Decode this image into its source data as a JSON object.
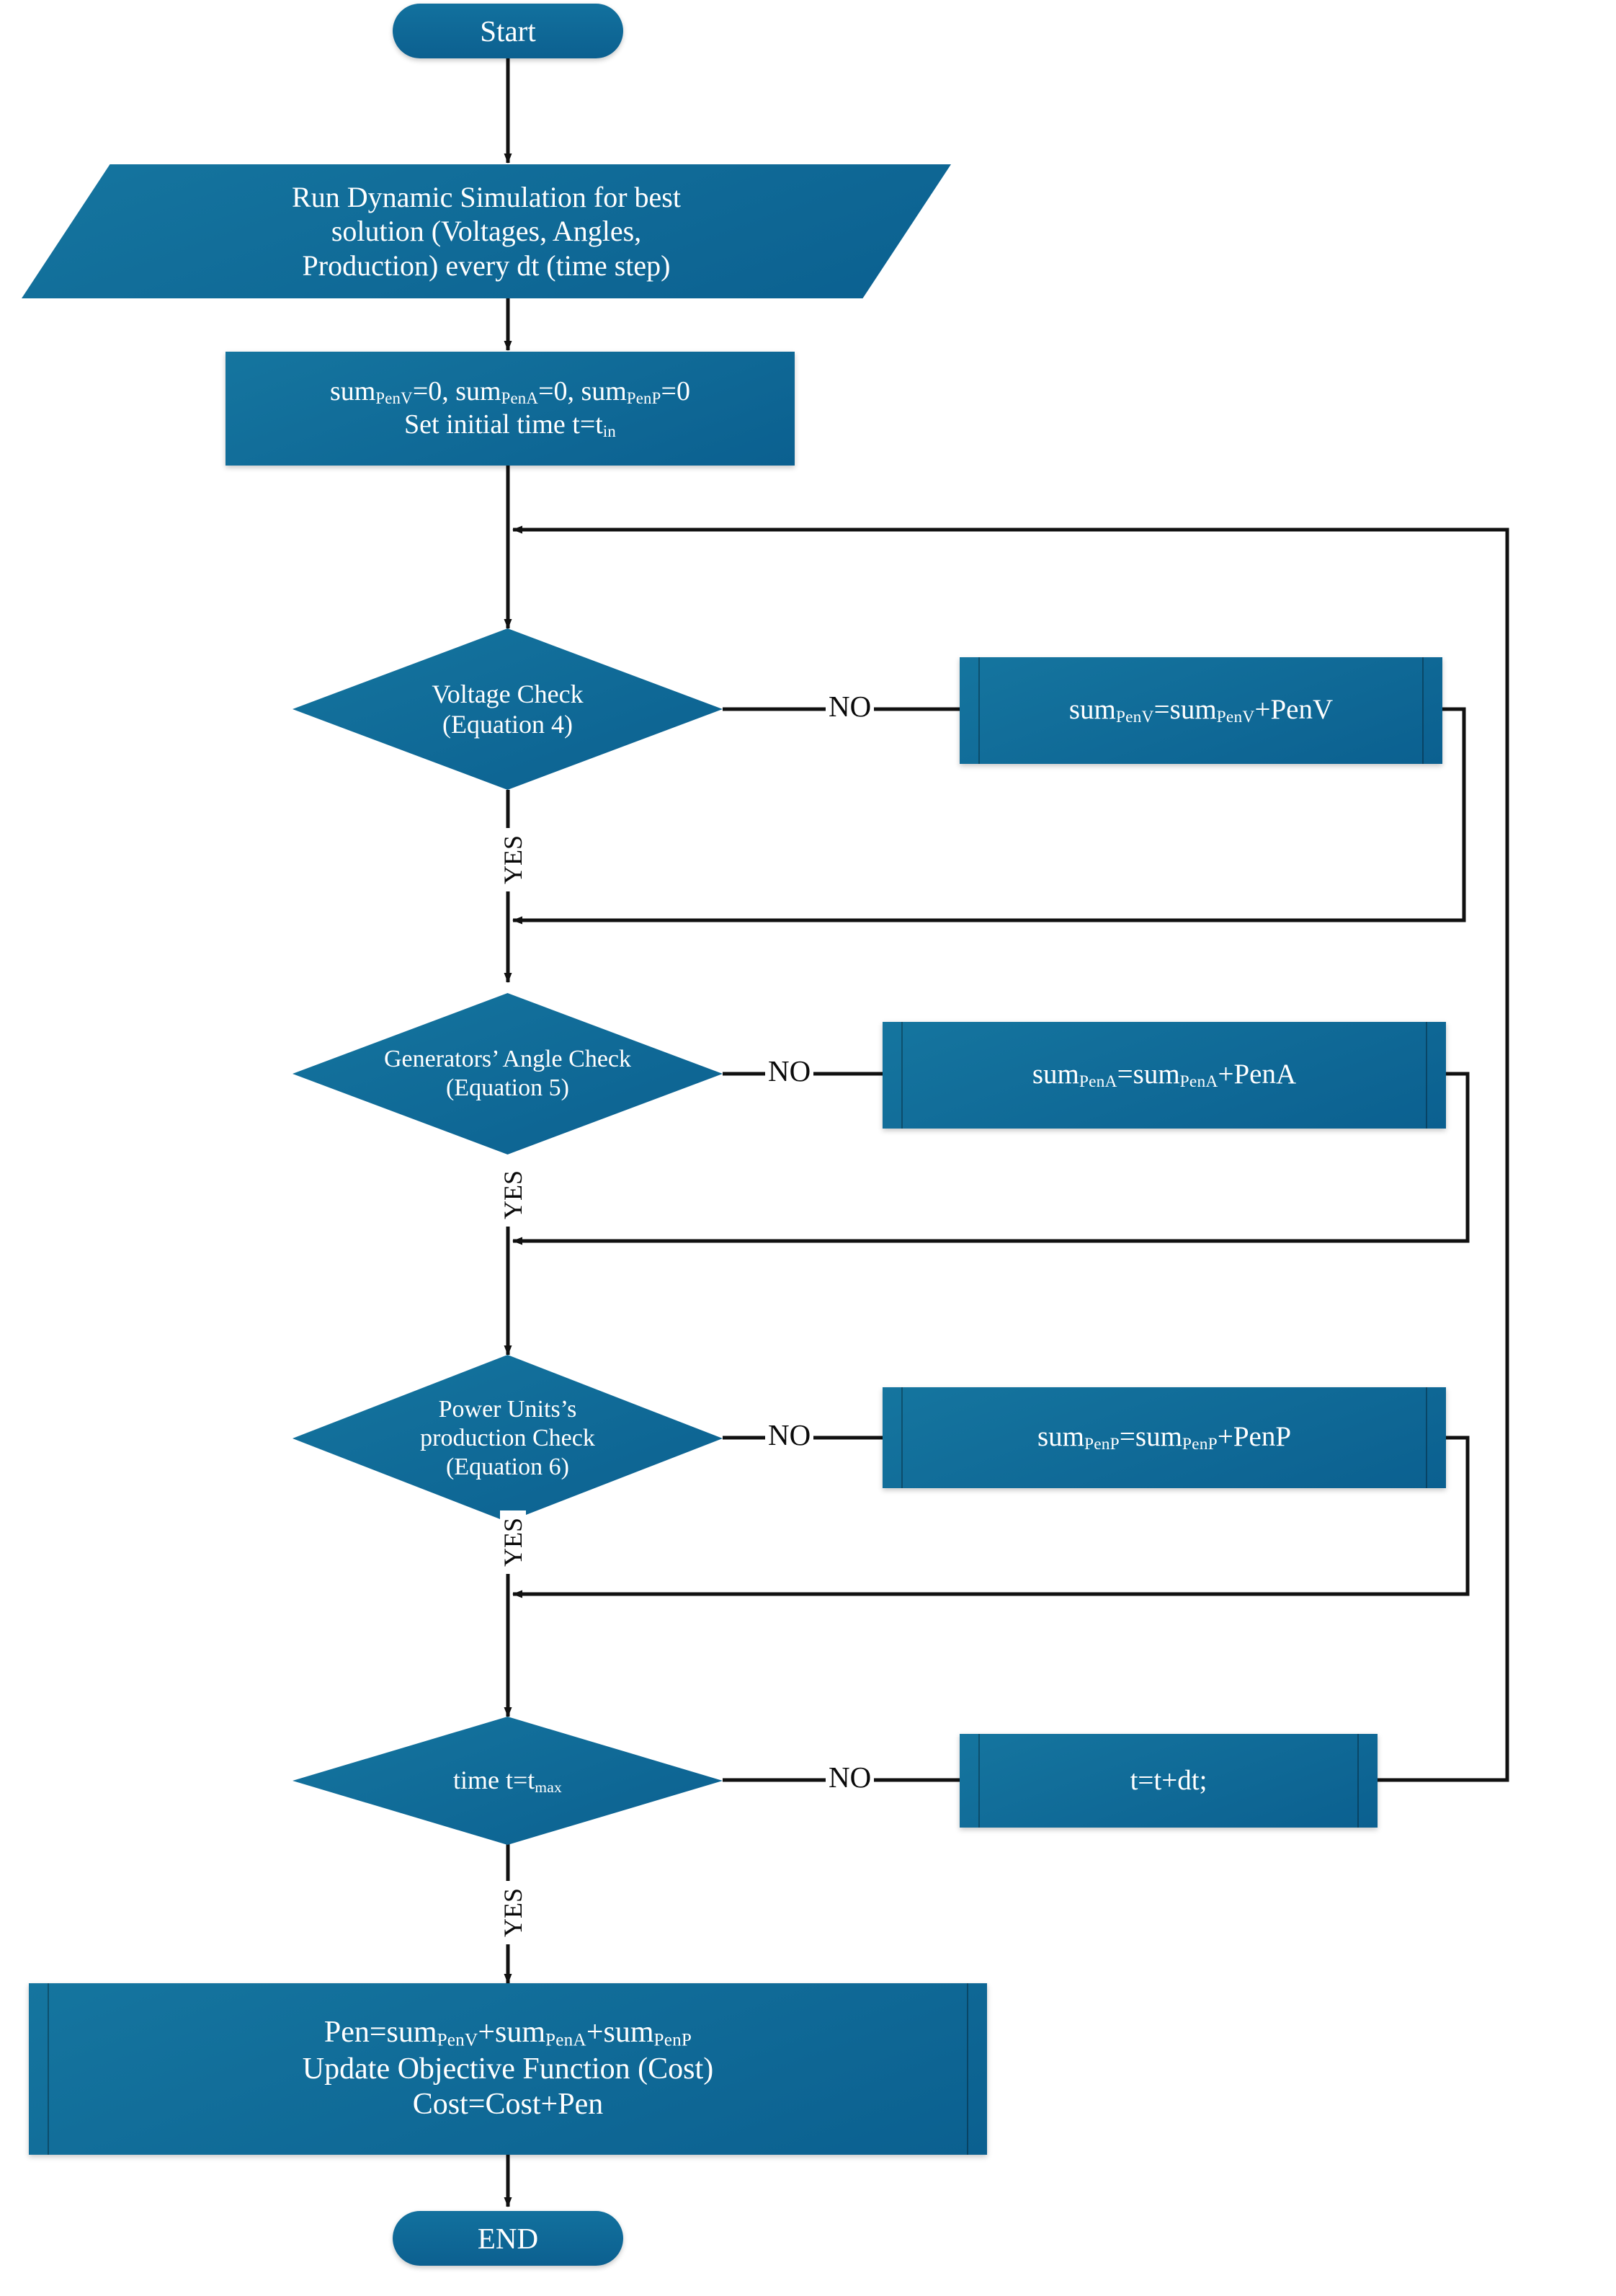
{
  "theme": {
    "shape_fill": "#0d6a96",
    "shape_fill_light": "#15759f",
    "shape_text": "#ffffff",
    "connector": "#111111",
    "background": "#ffffff"
  },
  "flowchart": {
    "title": "Dynamic Simulation Penalty Evaluation Flowchart",
    "nodes": {
      "start": {
        "id": "start",
        "type": "terminator",
        "label": "Start"
      },
      "run_sim": {
        "id": "run-simulation",
        "type": "input-output",
        "lines": [
          "Run Dynamic Simulation for best",
          "solution (Voltages, Angles,",
          "Production) every dt (time step)"
        ]
      },
      "init": {
        "id": "initialize",
        "type": "process",
        "line1_parts": [
          {
            "t": "sum",
            "sub": "PenV"
          },
          {
            "t": "=0, ",
            "sub": null
          },
          {
            "t": "sum",
            "sub": "PenA"
          },
          {
            "t": "=0, ",
            "sub": null
          },
          {
            "t": "sum",
            "sub": "PenP"
          },
          {
            "t": "=0",
            "sub": null
          }
        ],
        "line1_plain": "sumPenV=0, sumPenA=0, sumPenP=0",
        "line2_parts": [
          {
            "t": "Set initial time t=t",
            "sub": "in"
          }
        ],
        "line2_plain": "Set initial time t=tin"
      },
      "voltage_check": {
        "id": "voltage-check",
        "type": "decision",
        "lines": [
          "Voltage Check",
          "(Equation 4)"
        ]
      },
      "pen_v": {
        "id": "accumulate-pen-v",
        "type": "predefined-process",
        "parts": [
          {
            "t": "sum",
            "sub": "PenV"
          },
          {
            "t": "=",
            "sub": null
          },
          {
            "t": "sum",
            "sub": "PenV"
          },
          {
            "t": "+PenV",
            "sub": null
          }
        ],
        "plain": "sumPenV=sumPenV+PenV"
      },
      "angle_check": {
        "id": "generators-angle-check",
        "type": "decision",
        "lines": [
          "Generators’ Angle Check",
          "(Equation 5)"
        ]
      },
      "pen_a": {
        "id": "accumulate-pen-a",
        "type": "predefined-process",
        "parts": [
          {
            "t": "sum",
            "sub": "PenA"
          },
          {
            "t": "=",
            "sub": null
          },
          {
            "t": "sum",
            "sub": "PenA"
          },
          {
            "t": "+PenA",
            "sub": null
          }
        ],
        "plain": "sumPenA=sumPenA+PenA"
      },
      "production_check": {
        "id": "power-units-production-check",
        "type": "decision",
        "lines": [
          "Power Units’s",
          "production Check",
          "(Equation 6)"
        ]
      },
      "pen_p": {
        "id": "accumulate-pen-p",
        "type": "predefined-process",
        "parts": [
          {
            "t": "sum",
            "sub": "PenP"
          },
          {
            "t": "=",
            "sub": null
          },
          {
            "t": "sum",
            "sub": "PenP"
          },
          {
            "t": "+PenP",
            "sub": null
          }
        ],
        "plain": "sumPenP=sumPenP+PenP"
      },
      "time_check": {
        "id": "time-check",
        "type": "decision",
        "parts": [
          {
            "t": "time t=t",
            "sub": "max"
          }
        ],
        "plain": "time t=tmax"
      },
      "time_step": {
        "id": "advance-time",
        "type": "predefined-process",
        "parts": [
          {
            "t": "t=t+dt;",
            "sub": null
          }
        ],
        "plain": "t=t+dt;"
      },
      "update_cost": {
        "id": "update-objective-function",
        "type": "predefined-process",
        "line1_parts": [
          {
            "t": "Pen=sum",
            "sub": "PenV"
          },
          {
            "t": "+sum",
            "sub": "PenA"
          },
          {
            "t": "+sum",
            "sub": "PenP"
          }
        ],
        "line1_plain": "Pen=sumPenV+sumPenA+sumPenP",
        "line2_plain": "Update Objective Function (Cost)",
        "line3_plain": "Cost=Cost+Pen"
      },
      "end": {
        "id": "end",
        "type": "terminator",
        "label": "END"
      }
    },
    "edge_labels": {
      "no_1": "NO",
      "no_2": "NO",
      "no_3": "NO",
      "no_4": "NO",
      "yes_1": "YES",
      "yes_2": "YES",
      "yes_3": "YES",
      "yes_4": "YES"
    }
  }
}
